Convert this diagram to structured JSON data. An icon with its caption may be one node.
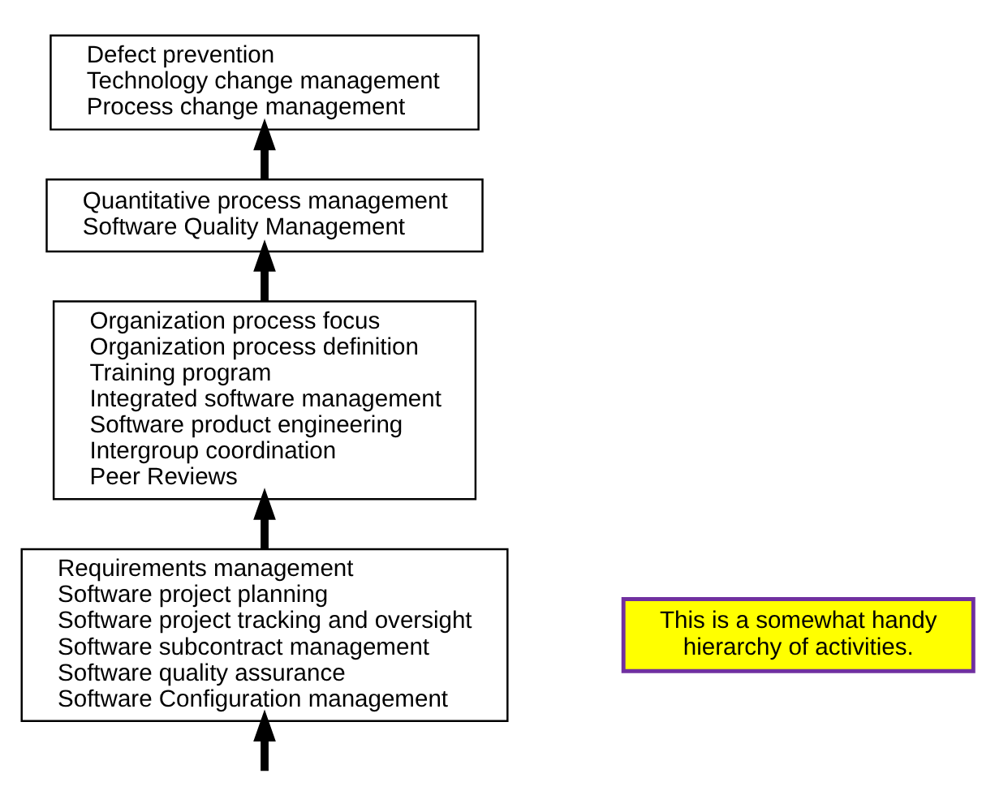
{
  "diagram": {
    "nodes": [
      {
        "text": [
          "Defect prevention",
          "Technology change management",
          "Process change management"
        ]
      },
      {
        "text": [
          "Quantitative process management",
          "Software Quality Management"
        ]
      },
      {
        "text": [
          "Organization process focus",
          "Organization process definition",
          "Training program",
          "Integrated software management",
          "Software product engineering",
          "Intergroup coordination",
          "Peer Reviews"
        ]
      },
      {
        "text": [
          "Requirements management",
          "Software project planning",
          "Software project tracking and oversight",
          "Software subcontract management",
          "Software quality assurance",
          "Software Configuration management"
        ]
      },
      {
        "text": [
          "This is a somewhat handy hierarchy of activities."
        ]
      }
    ],
    "edges": [
      {
        "from": null,
        "to": 3,
        "arrow": "to"
      },
      {
        "from": 3,
        "to": 2,
        "arrow": "to"
      },
      {
        "from": 2,
        "to": 1,
        "arrow": "to"
      },
      {
        "from": 1,
        "to": 0,
        "arrow": "to"
      }
    ]
  }
}
